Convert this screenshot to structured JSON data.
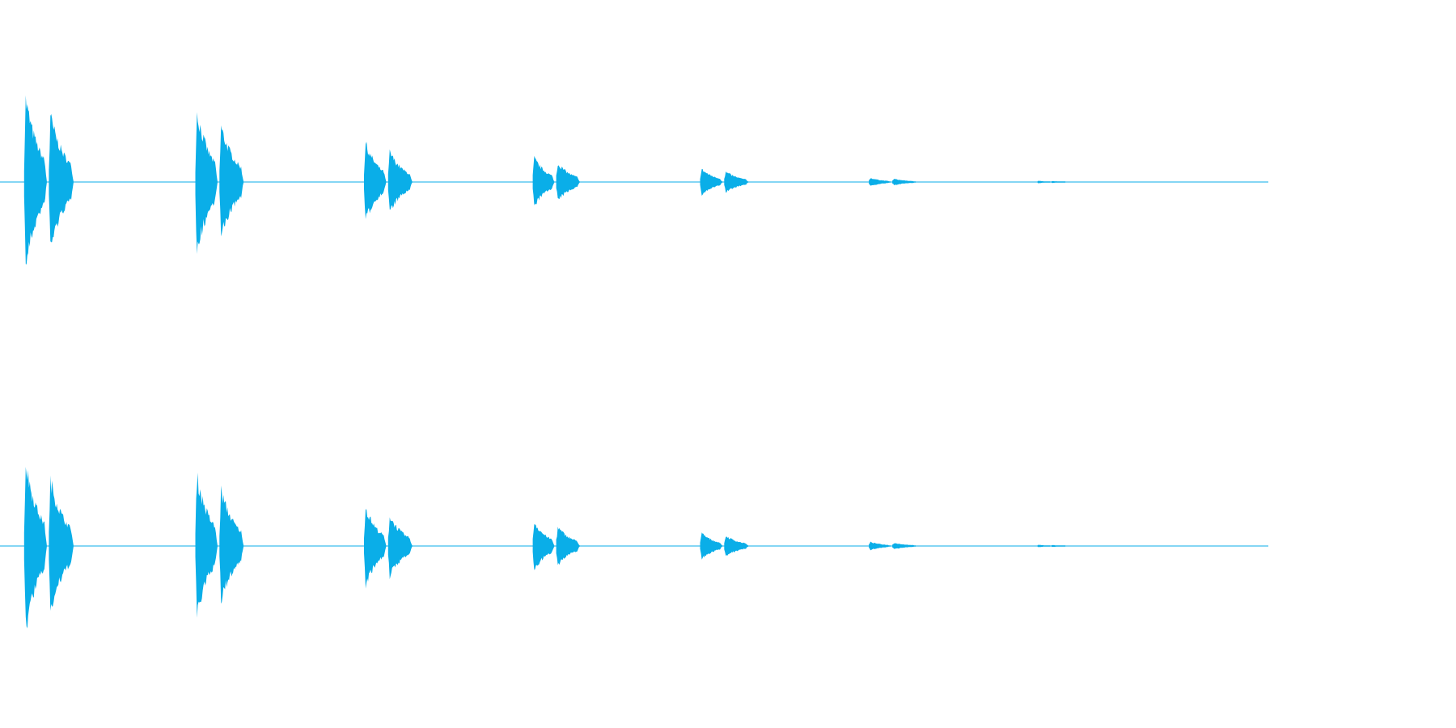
{
  "colors": {
    "background": "#ffffff",
    "waveform": "#0aaee8"
  },
  "chart_data": {
    "type": "area",
    "description_of_axes": "",
    "x": [],
    "xlim": [
      0,
      1
    ],
    "ylim": [
      -1,
      1
    ],
    "grid": false,
    "legend": "none",
    "series": [
      {
        "bursts": [
          {
            "start": 0.019,
            "end": 0.058,
            "peak": 0.52,
            "tail": 0.08
          },
          {
            "start": 0.154,
            "end": 0.192,
            "peak": 0.44,
            "tail": 0.07
          },
          {
            "start": 0.287,
            "end": 0.325,
            "peak": 0.24,
            "tail": 0.05
          },
          {
            "start": 0.42,
            "end": 0.457,
            "peak": 0.15,
            "tail": 0.04
          },
          {
            "start": 0.552,
            "end": 0.59,
            "peak": 0.08,
            "tail": 0.02
          },
          {
            "start": 0.685,
            "end": 0.722,
            "peak": 0.025,
            "tail": 0.01
          },
          {
            "start": 0.818,
            "end": 0.84,
            "peak": 0.008,
            "tail": 0.004
          }
        ]
      },
      {
        "bursts": [
          {
            "start": 0.019,
            "end": 0.058,
            "peak": 0.52,
            "tail": 0.08
          },
          {
            "start": 0.154,
            "end": 0.192,
            "peak": 0.44,
            "tail": 0.07
          },
          {
            "start": 0.287,
            "end": 0.325,
            "peak": 0.24,
            "tail": 0.05
          },
          {
            "start": 0.42,
            "end": 0.457,
            "peak": 0.15,
            "tail": 0.04
          },
          {
            "start": 0.552,
            "end": 0.59,
            "peak": 0.08,
            "tail": 0.02
          },
          {
            "start": 0.685,
            "end": 0.722,
            "peak": 0.025,
            "tail": 0.01
          },
          {
            "start": 0.818,
            "end": 0.84,
            "peak": 0.008,
            "tail": 0.004
          }
        ]
      }
    ]
  }
}
